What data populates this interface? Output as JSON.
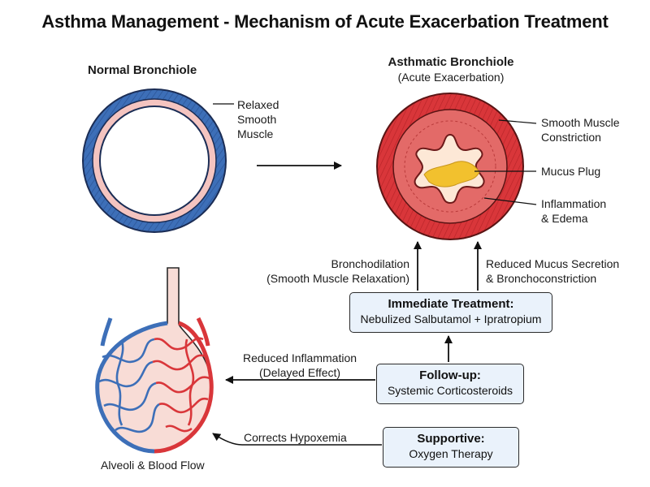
{
  "title": "Asthma Management - Mechanism of Acute Exacerbation Treatment",
  "normal": {
    "heading": "Normal Bronchiole",
    "muscle_label": [
      "Relaxed",
      "Smooth",
      "Muscle"
    ]
  },
  "asthmatic": {
    "heading": "Asthmatic Bronchiole",
    "subheading": "(Acute Exacerbation)",
    "constriction_label": [
      "Smooth Muscle",
      "Constriction"
    ],
    "mucus_label": "Mucus Plug",
    "inflammation_label": [
      "Inflammation",
      "& Edema"
    ]
  },
  "effects": {
    "bronchodilation": [
      "Bronchodilation",
      "(Smooth Muscle Relaxation)"
    ],
    "mucus_reduction": [
      "Reduced Mucus Secretion",
      "& Bronchoconstriction"
    ],
    "inflammation": [
      "Reduced Inflammation",
      "(Delayed Effect)"
    ],
    "hypoxemia": "Corrects Hypoxemia"
  },
  "boxes": {
    "immediate": {
      "title": "Immediate Treatment:",
      "subtitle": "Nebulized Salbutamol + Ipratropium"
    },
    "followup": {
      "title": "Follow-up:",
      "subtitle": "Systemic Corticosteroids"
    },
    "supportive": {
      "title": "Supportive:",
      "subtitle": "Oxygen Therapy"
    }
  },
  "alveoli": {
    "label": "Alveoli & Blood Flow"
  },
  "colors": {
    "muscle_blue": "#3d6fb8",
    "muscle_red": "#d9363a",
    "mucosa_pink": "#f4c4c0",
    "mucus_yellow": "#f2c12e",
    "box_fill": "#eaf2fb"
  }
}
